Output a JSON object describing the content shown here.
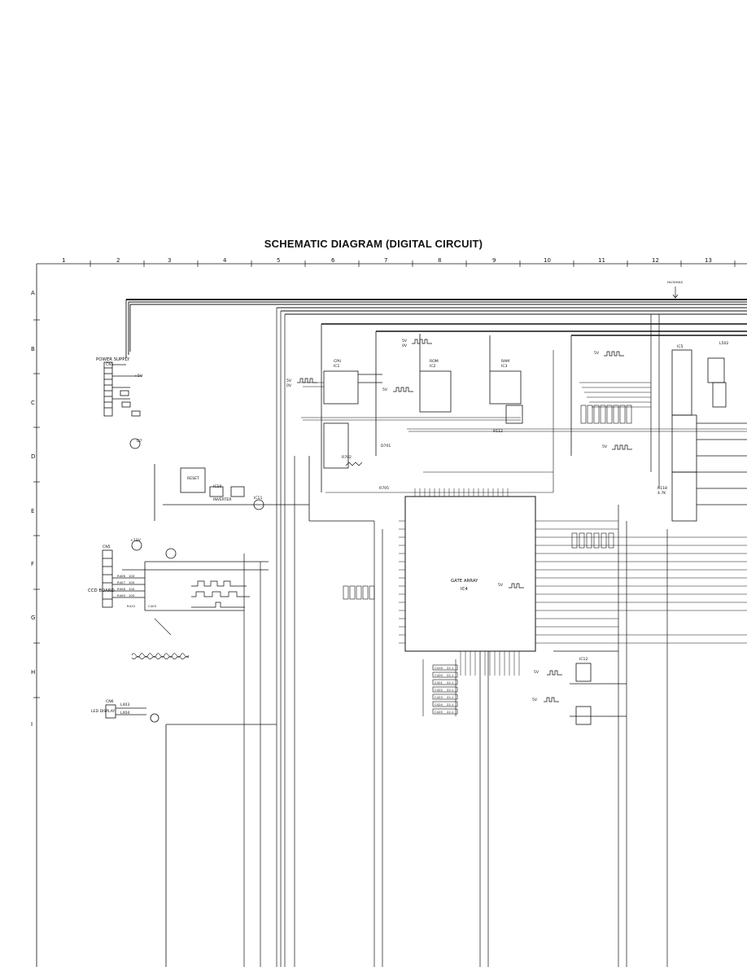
{
  "title": "SCHEMATIC DIAGRAM (DIGITAL CIRCUIT)",
  "columns": [
    "1",
    "2",
    "3",
    "4",
    "5",
    "6",
    "7",
    "8",
    "9",
    "10",
    "11",
    "12",
    "13"
  ],
  "rows": [
    "A",
    "B",
    "C",
    "D",
    "E",
    "F",
    "G",
    "H",
    "I"
  ],
  "labels": {
    "power_supply": "POWER SUPPLY",
    "cn1": "CN1",
    "ccd_board": "CCD BOARD",
    "cn5": "CN5",
    "cn6": "CN6",
    "led_display": "LED DISPLAY",
    "cpu": "CPU",
    "ic1": "IC1",
    "rom": "ROM",
    "ic2": "IC2",
    "ram": "RAM",
    "ic3": "IC3",
    "ic5": "IC5",
    "gate_array": "GATE ARRAY",
    "ic4": "IC4",
    "reset": "RESET",
    "inverter": "INVERTER",
    "ic10": "IC10",
    "ic11": "IC11",
    "ic12": "IC12",
    "r702": "R702",
    "r705": "R705",
    "r112": "R112",
    "r118": "R118",
    "d701": "D701",
    "d7": "D7",
    "l403": "L403",
    "l404": "L404",
    "l502": "L502",
    "r4000": "4.7K",
    "v5": "5V",
    "v0": "0V",
    "v12": "+12V",
    "plus5v": "+5V",
    "cap_list": [
      "C419",
      "C420",
      "C421",
      "C422",
      "C423",
      "C424",
      "C425"
    ],
    "cap_values": [
      "22.1",
      "22.1",
      "22.1",
      "22.1",
      "22.1",
      "22.1",
      "22.1"
    ],
    "res_ccd": [
      "R406",
      "R407",
      "R408",
      "R409"
    ],
    "res_ccd_val": [
      "100",
      "100",
      "100",
      "100"
    ],
    "r410": "R410",
    "c403": "C403",
    "facsimile": "FACSIMILE"
  }
}
